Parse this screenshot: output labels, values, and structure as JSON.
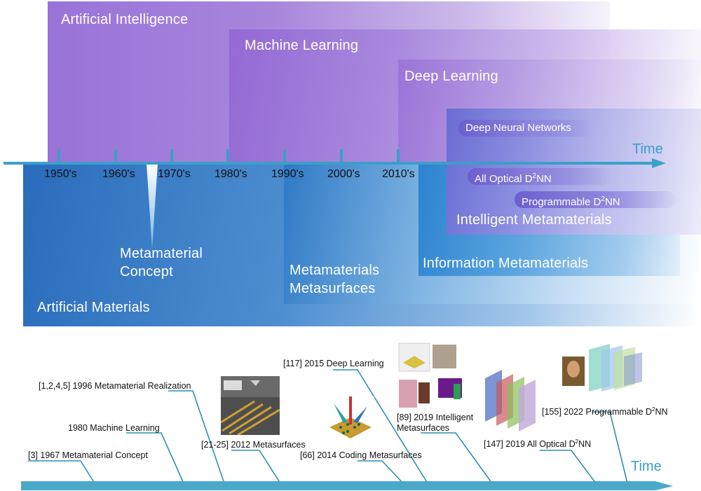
{
  "eras": {
    "ai": "Artificial Intelligence",
    "ml": "Machine Learning",
    "dl": "Deep Learning"
  },
  "materials": {
    "artificial": "Artificial Materials",
    "concept_line1": "Metamaterial",
    "concept_line2": "Concept",
    "meta_line1": "Metamaterials",
    "meta_line2": "Metasurfaces",
    "info": "Information Metamaterials",
    "intelligent": "Intelligent Metamaterials"
  },
  "pills": {
    "dnn": "Deep Neural Networks",
    "optical_prefix": "All Optical D",
    "optical_sup": "2",
    "optical_suffix": "NN",
    "prog_prefix": "Programmable D",
    "prog_sup": "2",
    "prog_suffix": "NN"
  },
  "axis": {
    "time_label": "Time",
    "decades": [
      "1950's",
      "1960's",
      "1970's",
      "1980's",
      "1990's",
      "2000's",
      "2010's"
    ]
  },
  "milestones": {
    "time_label": "Time",
    "m1967": "[3] 1967 Metamaterial Concept",
    "m1980": "1980 Machine Learning",
    "m1996": "[1,2,4,5] 1996 Metamaterial Realization",
    "m2012": "[21-25] 2012 Metasurfaces",
    "m2014": "[66] 2014 Coding Metasurfaces",
    "m2015": "[117] 2015 Deep Learning",
    "m2019i_line1": "[89] 2019 Intelligent",
    "m2019i_line2": "Metasurfaces",
    "m2019o_prefix": "[147] 2019 All Optical D",
    "m2019o_sup": "2",
    "m2019o_suffix": "NN",
    "m2022_prefix": "[155] 2022 Programmable D",
    "m2022_sup": "2",
    "m2022_suffix": "NN"
  },
  "colors": {
    "purple": "#9a72d8",
    "blue": "#2a6cbc",
    "axis": "#3aa0c8",
    "milestone_line": "#2e8fb0"
  }
}
